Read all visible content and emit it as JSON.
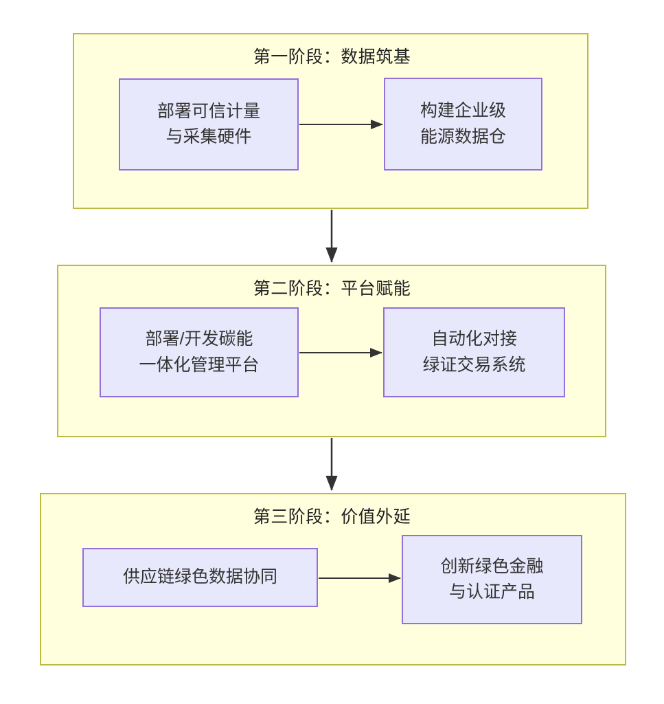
{
  "diagram": {
    "type": "flowchart",
    "orientation": "top-to-bottom",
    "colors": {
      "group_fill": "#ffffde",
      "group_border": "#bbbb44",
      "node_fill": "#e8e8fc",
      "node_border": "#9370db",
      "edge": "#333333",
      "text": "#333333",
      "background": "#ffffff"
    },
    "phases": [
      {
        "id": "phase-1",
        "title": "第一阶段：数据筑基",
        "nodes": [
          {
            "id": "p1-a",
            "lines": [
              "部署可信计量",
              "与采集硬件"
            ]
          },
          {
            "id": "p1-b",
            "lines": [
              "构建企业级",
              "能源数据仓"
            ]
          }
        ],
        "edges": [
          {
            "from": "p1-a",
            "to": "p1-b",
            "label": ""
          }
        ]
      },
      {
        "id": "phase-2",
        "title": "第二阶段：平台赋能",
        "nodes": [
          {
            "id": "p2-a",
            "lines": [
              "部署/开发碳能",
              "一体化管理平台"
            ]
          },
          {
            "id": "p2-b",
            "lines": [
              "自动化对接",
              "绿证交易系统"
            ]
          }
        ],
        "edges": [
          {
            "from": "p2-a",
            "to": "p2-b",
            "label": ""
          }
        ]
      },
      {
        "id": "phase-3",
        "title": "第三阶段：价值外延",
        "nodes": [
          {
            "id": "p3-a",
            "lines": [
              "供应链绿色数据协同"
            ]
          },
          {
            "id": "p3-b",
            "lines": [
              "创新绿色金融",
              "与认证产品"
            ]
          }
        ],
        "edges": [
          {
            "from": "p3-a",
            "to": "p3-b",
            "label": ""
          }
        ]
      }
    ],
    "phase_edges": [
      {
        "from": "phase-1",
        "to": "phase-2",
        "label": ""
      },
      {
        "from": "phase-2",
        "to": "phase-3",
        "label": ""
      }
    ]
  }
}
